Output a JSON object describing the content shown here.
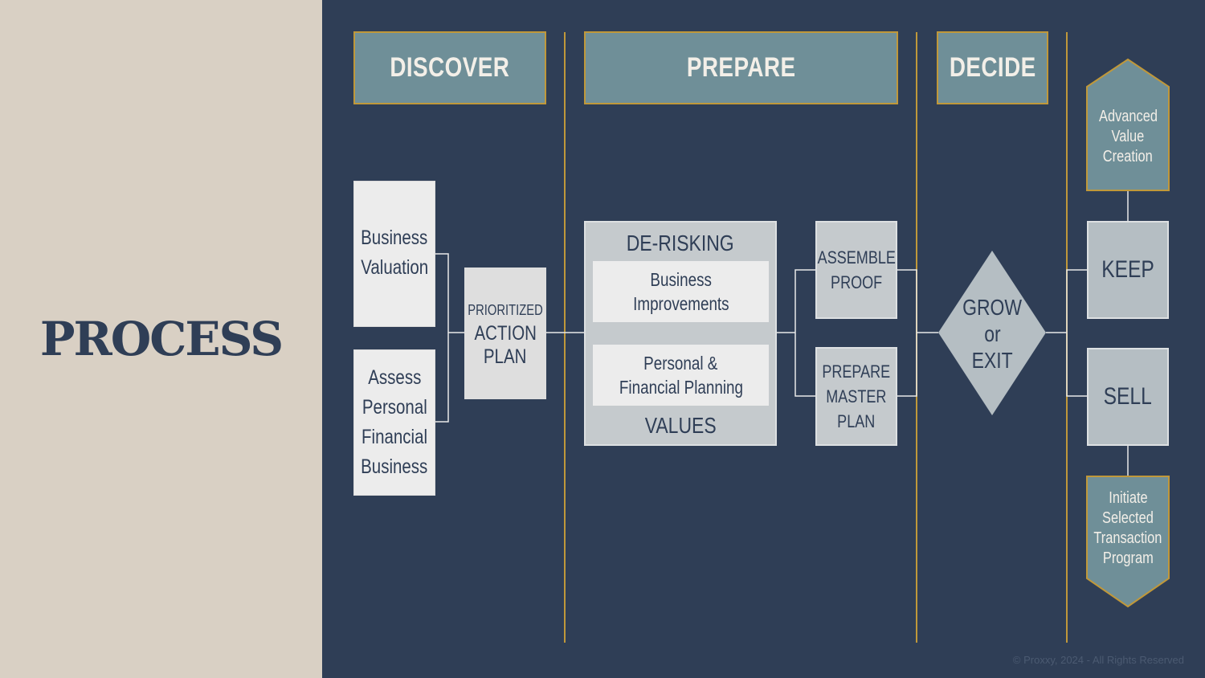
{
  "page_title": "PROCESS",
  "phases": {
    "discover": "DISCOVER",
    "prepare": "PREPARE",
    "decide": "DECIDE"
  },
  "discover": {
    "business_valuation": [
      "Business",
      "Valuation"
    ],
    "assess": [
      "Assess",
      "Personal",
      "Financial",
      "Business"
    ],
    "action_plan": [
      "PRIORITIZED",
      "ACTION",
      "PLAN"
    ]
  },
  "prepare": {
    "derisking": "DE-RISKING",
    "business_improvements": [
      "Business",
      "Improvements"
    ],
    "personal_planning": [
      "Personal &",
      "Financial Planning"
    ],
    "values": "VALUES",
    "assemble_proof": [
      "ASSEMBLE",
      "PROOF"
    ],
    "prepare_master_plan": [
      "PREPARE",
      "MASTER",
      "PLAN"
    ]
  },
  "decide": {
    "grow_or_exit": [
      "GROW",
      "or",
      "EXIT"
    ],
    "advanced_value": [
      "Advanced",
      "Value",
      "Creation"
    ],
    "keep": "KEEP",
    "sell": "SELL",
    "initiate": [
      "Initiate",
      "Selected",
      "Transaction",
      "Program"
    ]
  },
  "footer": "© Proxxy, 2024 - All Rights Reserved",
  "colors": {
    "navy": "#2f3e56",
    "beige": "#d9d0c4",
    "teal": "#6f8f98",
    "gold": "#c0983a"
  }
}
